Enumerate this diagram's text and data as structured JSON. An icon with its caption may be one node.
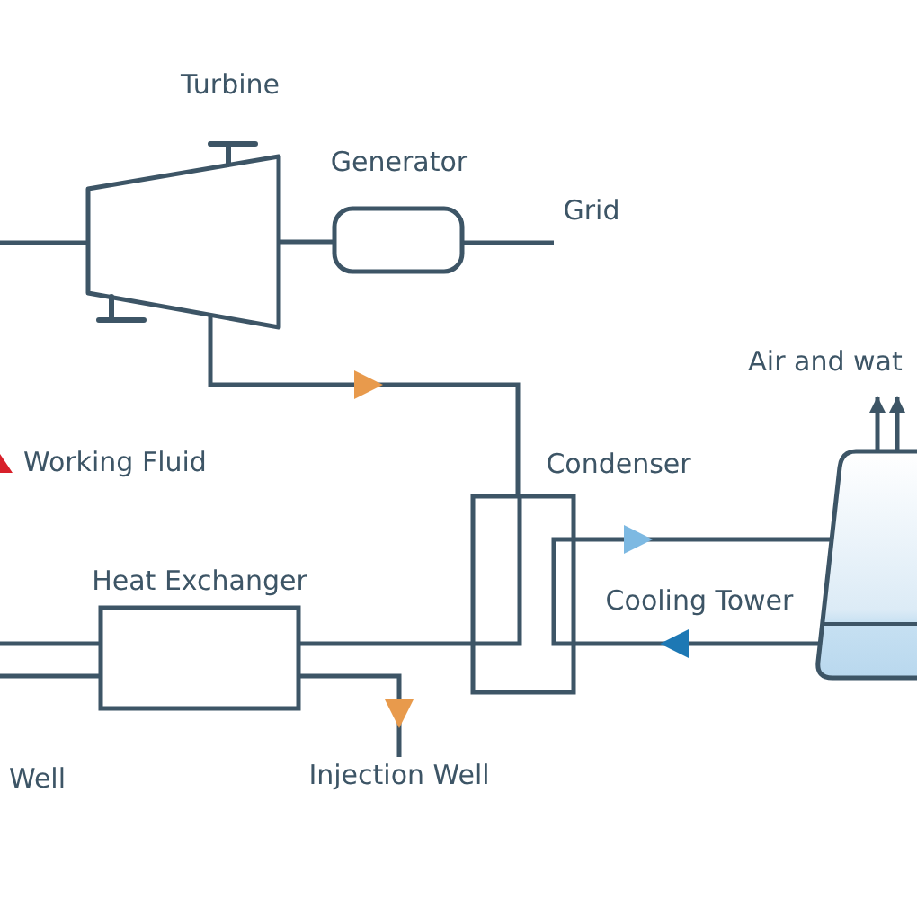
{
  "diagram": {
    "nodes": [
      {
        "text": [
          "Turbine"
        ]
      },
      {
        "text": [
          "Generator"
        ]
      },
      {
        "text": [
          "Grid"
        ]
      },
      {
        "text": [
          "Condenser"
        ]
      },
      {
        "text": [
          "Cooling Tower"
        ]
      },
      {
        "text": [
          "Heat Exchanger"
        ]
      },
      {
        "text": [
          "Injection Well"
        ]
      },
      {
        "text": [
          "Air and wat"
        ]
      }
    ],
    "edges": [
      {
        "from": null,
        "to": 0,
        "arrow": "none"
      },
      {
        "from": 0,
        "to": 1,
        "arrow": "none"
      },
      {
        "from": 1,
        "to": 2,
        "arrow": "none"
      },
      {
        "from": 0,
        "to": 3,
        "arrow": "to"
      },
      {
        "from": 3,
        "to": 4,
        "arrow": "to"
      },
      {
        "from": 4,
        "to": 3,
        "arrow": "to"
      },
      {
        "from": 3,
        "to": 5,
        "arrow": "none"
      },
      {
        "from": 5,
        "to": null,
        "arrow": "none"
      },
      {
        "from": null,
        "to": 5,
        "arrow": "none"
      },
      {
        "from": 5,
        "to": 6,
        "arrow": "to"
      },
      {
        "from": 4,
        "to": 7,
        "arrow": "to"
      },
      {
        "from": 4,
        "to": 7,
        "arrow": "to"
      }
    ],
    "labels": [
      "Well"
    ],
    "legend": [
      {
        "text": "Working Fluid",
        "color": "#d8202a"
      }
    ]
  }
}
